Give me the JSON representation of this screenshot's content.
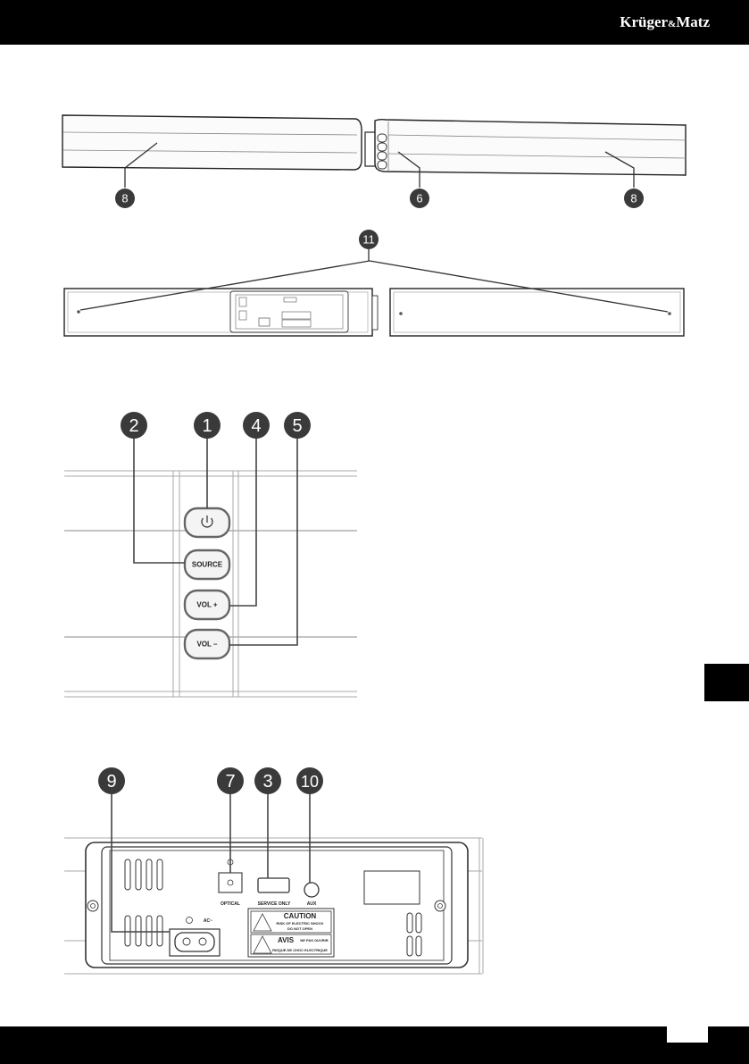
{
  "header": {
    "brand_main": "Krüger",
    "brand_amp": "&",
    "brand_tail": "Matz"
  },
  "figure_top": {
    "callouts": [
      "8",
      "6",
      "8"
    ]
  },
  "figure_back": {
    "callouts": [
      "11"
    ]
  },
  "figure_buttons": {
    "callouts": [
      "2",
      "1",
      "4",
      "5"
    ],
    "buttons": {
      "source": "SOURCE",
      "vol_plus": "VOL +",
      "vol_minus": "VOL –"
    }
  },
  "figure_panel": {
    "callouts": [
      "9",
      "7",
      "3",
      "10"
    ],
    "labels": {
      "optical": "OPTICAL",
      "service": "SERVICE ONLY",
      "aux": "AUX",
      "ac": "AC~",
      "caution": "CAUTION",
      "caution_sub1": "RISK OF ELECTRIC SHOCK",
      "caution_sub2": "DO NOT OPEN",
      "avis": "AVIS",
      "avis_sub1": "NE PAS OUVRIR",
      "avis_sub2": "RISQUE DE CHOC ELECTRIQUE"
    }
  },
  "colors": {
    "bar": "#000000",
    "callout": "#3a3a3a",
    "line": "#555555"
  }
}
